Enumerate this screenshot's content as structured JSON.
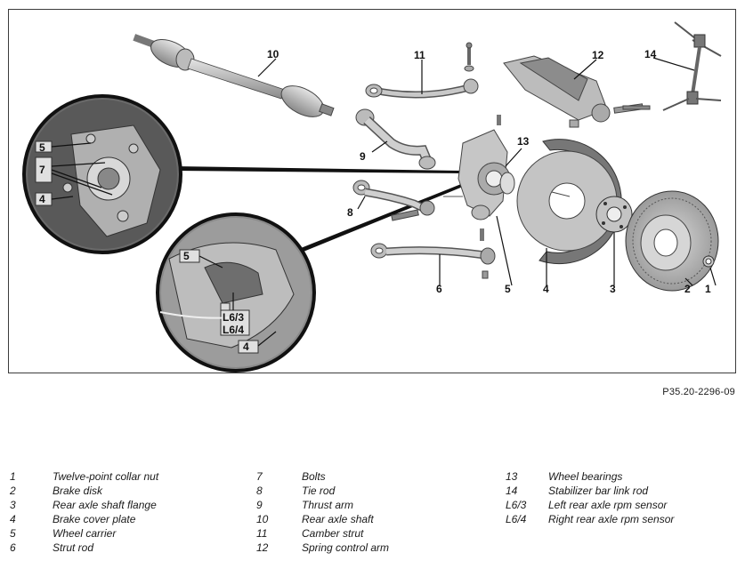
{
  "figure_code": "P35.20-2296-09",
  "callouts": [
    "10",
    "11",
    "12",
    "14",
    "13",
    "9",
    "8",
    "6",
    "5",
    "4",
    "3",
    "2",
    "1",
    "5",
    "7",
    "4",
    "5",
    "L6/3",
    "L6/4",
    "4"
  ],
  "legend": [
    {
      "num": "1",
      "text": "Twelve-point collar nut"
    },
    {
      "num": "2",
      "text": "Brake disk"
    },
    {
      "num": "3",
      "text": "Rear axle shaft flange"
    },
    {
      "num": "4",
      "text": "Brake cover plate"
    },
    {
      "num": "5",
      "text": "Wheel carrier"
    },
    {
      "num": "6",
      "text": "Strut rod"
    },
    {
      "num": "7",
      "text": "Bolts"
    },
    {
      "num": "8",
      "text": "Tie rod"
    },
    {
      "num": "9",
      "text": "Thrust arm"
    },
    {
      "num": "10",
      "text": "Rear axle shaft"
    },
    {
      "num": "11",
      "text": "Camber strut"
    },
    {
      "num": "12",
      "text": "Spring control arm"
    },
    {
      "num": "13",
      "text": "Wheel bearings"
    },
    {
      "num": "14",
      "text": "Stabilizer bar link rod"
    },
    {
      "num": "L6/3",
      "text": "Left rear axle rpm sensor"
    },
    {
      "num": "L6/4",
      "text": "Right rear axle rpm sensor"
    }
  ]
}
